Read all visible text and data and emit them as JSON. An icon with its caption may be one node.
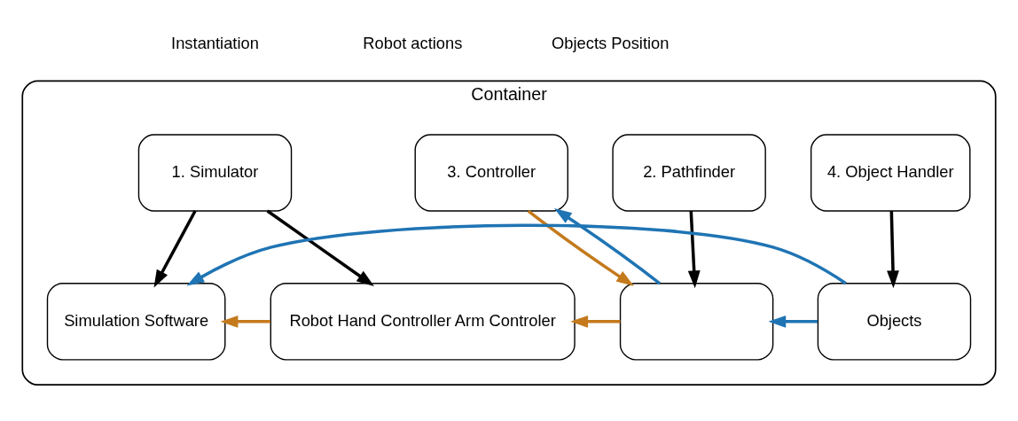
{
  "diagram": {
    "nodes": [
      {
        "text": [
          "Container"
        ]
      },
      {
        "text": [
          "1. Simulator"
        ],
        "in": 0
      },
      {
        "text": [
          "2. Pathfinder"
        ],
        "in": 0
      },
      {
        "text": [
          "3. Controller"
        ],
        "in": 0
      },
      {
        "text": [
          "4. Object Handler"
        ],
        "in": 0
      },
      {
        "text": [
          "Simulation Software"
        ],
        "in": 0
      },
      {
        "text": [
          "Robot Hand Controller Arm Controler"
        ],
        "in": 0
      },
      {
        "text": [],
        "shape": "box",
        "in": 0
      },
      {
        "text": [
          "Objects"
        ],
        "in": 0
      }
    ],
    "edges": [
      {
        "from": 1,
        "to": 5,
        "arrow": "to"
      },
      {
        "from": 1,
        "to": 6,
        "arrow": "to"
      },
      {
        "from": 2,
        "to": 7,
        "arrow": "to"
      },
      {
        "from": 4,
        "to": 8,
        "arrow": "to"
      },
      {
        "from": 6,
        "to": 5,
        "arrow": "to",
        "color": "#c47a1c"
      },
      {
        "from": 7,
        "to": 6,
        "arrow": "to",
        "color": "#c47a1c"
      },
      {
        "from": 3,
        "to": 7,
        "arrow": "to",
        "color": "#c47a1c"
      },
      {
        "from": 7,
        "to": 3,
        "arrow": "to",
        "color": "#1f74b4"
      },
      {
        "from": 8,
        "to": 5,
        "arrow": "to",
        "color": "#1f74b4"
      },
      {
        "from": 8,
        "to": 7,
        "arrow": "to",
        "color": "#1f74b4"
      }
    ],
    "legend": [
      {
        "text": "Instantiation"
      },
      {
        "text": "Robot actions"
      },
      {
        "text": "Objects Position"
      }
    ]
  }
}
